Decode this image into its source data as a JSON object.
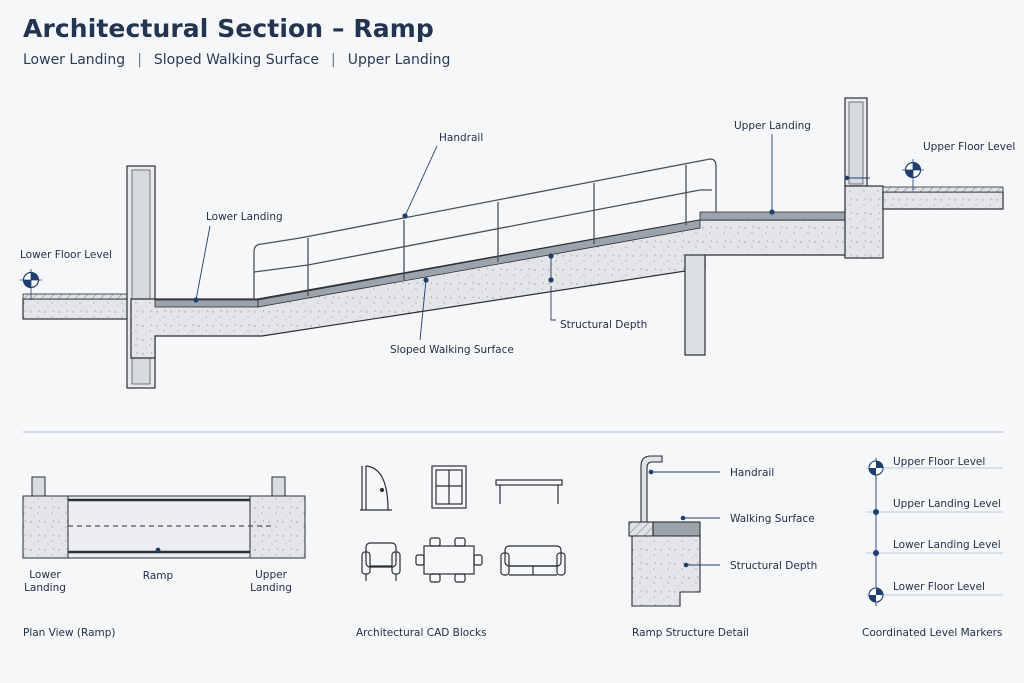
{
  "title": "Architectural Section – Ramp",
  "subtitle": {
    "items": [
      "Lower Landing",
      "Sloped Walking Surface",
      "Upper Landing"
    ],
    "separator": "|"
  },
  "section_labels": {
    "handrail": "Handrail",
    "upper_landing": "Upper Landing",
    "upper_floor_level": "Upper Floor Level",
    "lower_landing": "Lower Landing",
    "lower_floor_level": "Lower Floor Level",
    "structural_depth": "Structural Depth",
    "sloped_walking_surface": "Sloped Walking Surface"
  },
  "plan_view": {
    "lower_landing": [
      "Lower",
      "Landing"
    ],
    "ramp": "Ramp",
    "upper_landing": [
      "Upper",
      "Landing"
    ],
    "caption": "Plan View (Ramp)"
  },
  "cad_blocks": {
    "caption": "Architectural CAD Blocks"
  },
  "structure_detail": {
    "handrail": "Handrail",
    "walking_surface": "Walking Surface",
    "structural_depth": "Structural Depth",
    "caption": "Ramp Structure Detail"
  },
  "level_markers": {
    "items": [
      "Upper Floor Level",
      "Upper Landing Level",
      "Lower Landing Level",
      "Lower Floor Level"
    ],
    "caption": "Coordinated Level Markers"
  },
  "colors": {
    "accent": "#1f3f6e",
    "line": "#2b2f36",
    "concrete": "#e4e6e9",
    "surface": "#9ba3ad",
    "divider": "#a9bbd6"
  }
}
